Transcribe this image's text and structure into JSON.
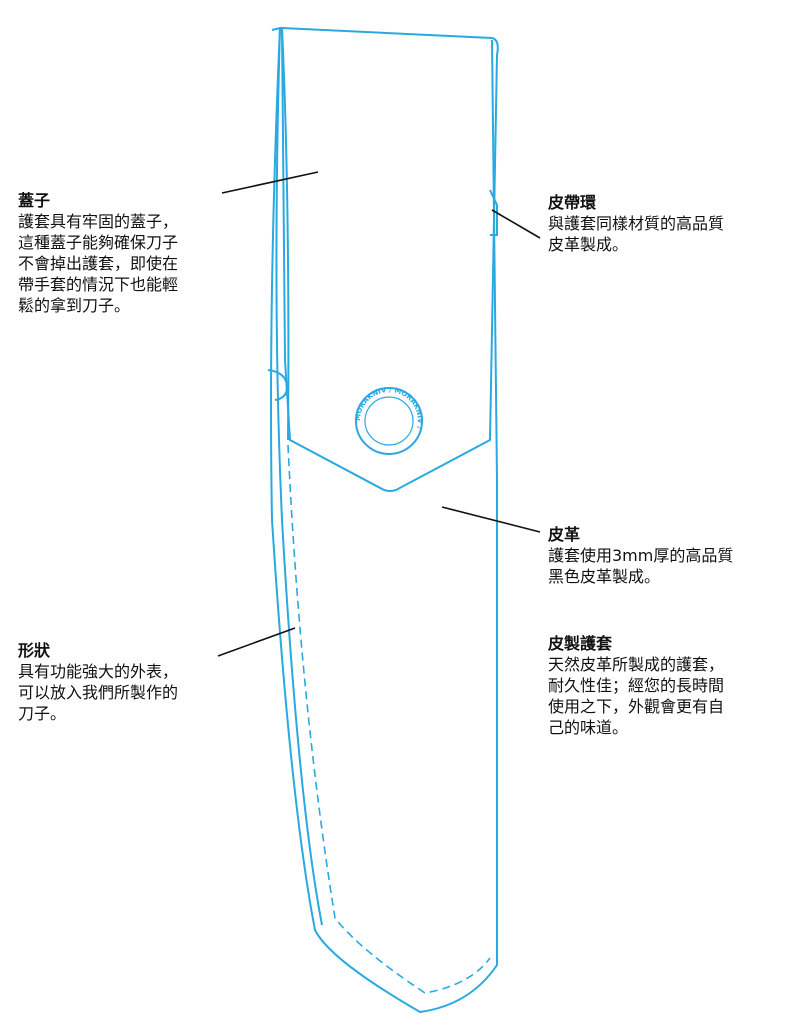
{
  "colors": {
    "outline": "#29a9e1",
    "leader": "#111111"
  },
  "seal_text": "MORAKNIV",
  "notes": {
    "lid": {
      "title": "蓋子",
      "body": "護套具有牢固的蓋子，\n這種蓋子能夠確保刀子\n不會掉出護套，即使在\n帶手套的情況下也能輕\n鬆的拿到刀子。"
    },
    "belt_loop": {
      "title": "皮帶環",
      "body": "與護套同樣材質的高品質\n皮革製成。"
    },
    "leather": {
      "title": "皮革",
      "body": "護套使用3mm厚的高品質\n黑色皮革製成。"
    },
    "shape": {
      "title": "形狀",
      "body": "具有功能強大的外表，\n可以放入我們所製作的\n刀子。"
    },
    "sheath": {
      "title": "皮製護套",
      "body": "天然皮革所製成的護套，\n耐久性佳；經您的長時間\n使用之下，外觀會更有自\n己的味道。"
    }
  }
}
